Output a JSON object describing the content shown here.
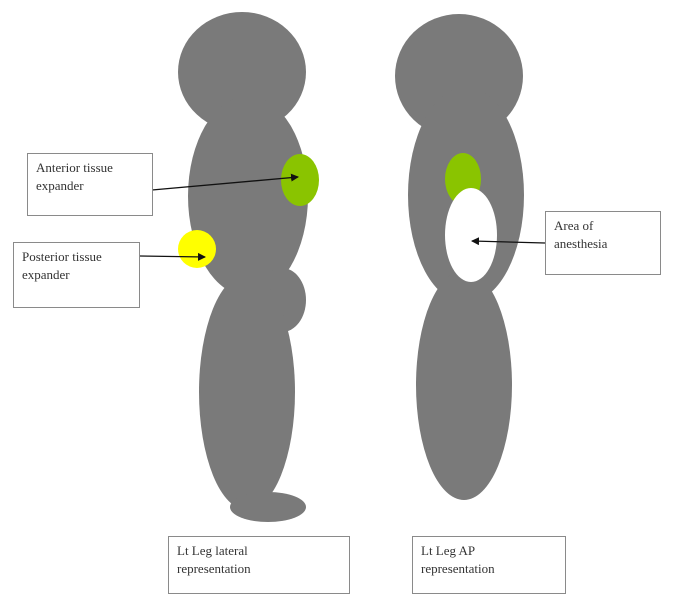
{
  "colors": {
    "leg_gray": "#7a7a7a",
    "anterior_expander": "#8ac400",
    "posterior_expander": "#ffff00",
    "anesthesia_area": "#ffffff",
    "arrow": "#111111",
    "box_border": "#8a8a8a",
    "text": "#333333"
  },
  "labels": {
    "anterior": {
      "line1": "Anterior tissue",
      "line2": "expander"
    },
    "posterior": {
      "line1": "Posterior tissue",
      "line2": "expander"
    },
    "anesthesia": {
      "line1": "Area of",
      "line2": "anesthesia"
    },
    "lateral": {
      "line1": "Lt Leg  lateral",
      "line2": "representation"
    },
    "ap": {
      "line1": "Lt Leg AP",
      "line2": "representation"
    }
  }
}
